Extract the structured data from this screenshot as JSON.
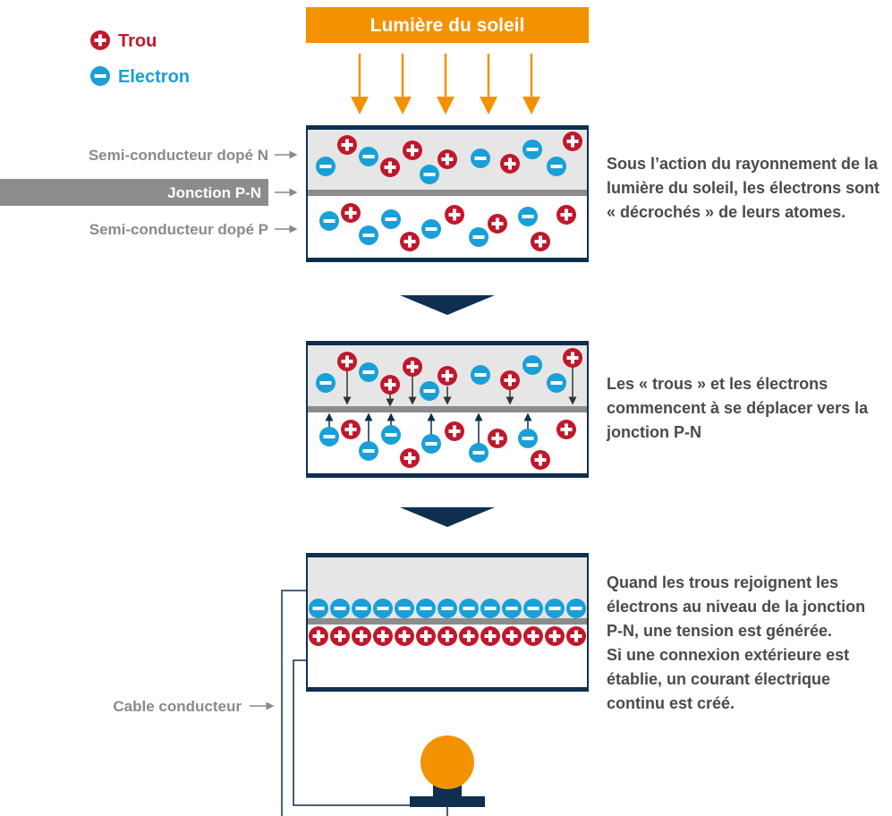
{
  "legend": {
    "hole_label": "Trou",
    "electron_label": "Electron"
  },
  "sunlight": {
    "label": "Lumière du soleil"
  },
  "layer_labels": {
    "n_doped": "Semi-conducteur dopé N",
    "junction": "Jonction P-N",
    "p_doped": "Semi-conducteur dopé P",
    "cable": "Cable conducteur"
  },
  "steps": [
    {
      "text": "Sous l’action du rayonnement de la lumière du soleil, les électrons sont « décrochés » de leurs atomes."
    },
    {
      "text": "Les « trous » et les électrons commencent à se déplacer vers la jonction P-N"
    },
    {
      "text": "Quand les trous rejoignent les électrons au niveau de la jonction P-N, une tension est générée.",
      "text2": "Si une connexion extérieure est établie, un courant électrique continu est créé."
    }
  ],
  "colors": {
    "hole": "#c0182b",
    "electron": "#1a9fd8",
    "sun_banner": "#f39200",
    "light_arrow": "#f39200",
    "n_layer": "#e6e6e6",
    "junction": "#8c8c8c",
    "border": "#0e2f4f",
    "text": "#4a4a4a",
    "label": "#8a8a8a"
  },
  "icons": {
    "hole": "plus-circle-icon",
    "electron": "minus-circle-icon",
    "flow_arrow": "chevron-down-icon",
    "bulb": "light-bulb-icon"
  }
}
